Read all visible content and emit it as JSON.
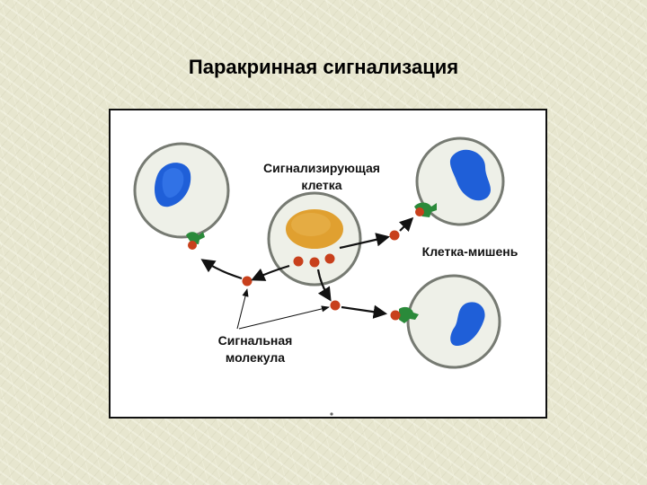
{
  "title": "Паракринная сигнализация",
  "diagram": {
    "signaling_cell_label": "Сигнализирующая клетка",
    "target_cell_label": "Клетка-мишень",
    "signal_molecule_label": "Сигнальная молекула",
    "colors": {
      "cell_fill": "#eef0e8",
      "cell_outline": "#767a72",
      "nucleus_target": "#1f5fd8",
      "nucleus_signaling": "#e0a030",
      "molecule": "#c8401c",
      "receptor": "#2a8a3a",
      "arrow": "#111111"
    }
  }
}
